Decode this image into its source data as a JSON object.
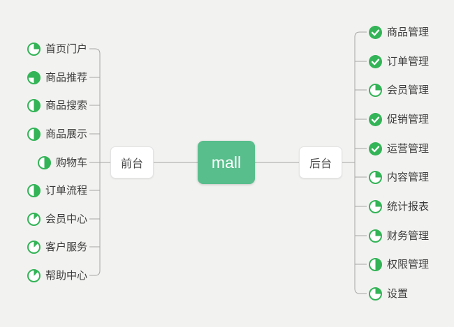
{
  "colors": {
    "background": "#F2F2F0",
    "center_node_green": "#58BE8C",
    "icon_green": "#33B457",
    "connector_line": "#A6A6A6",
    "leaf_text": "#3C3C3C",
    "branch_node_bg": "#FFFFFF",
    "branch_node_border": "#E3E3E3"
  },
  "center_node": {
    "label": "mall"
  },
  "left_branch": {
    "label": "前台",
    "items": [
      {
        "label": "首页门户",
        "icon": "pie-progress-icon",
        "progress": 0.25
      },
      {
        "label": "商品推荐",
        "icon": "pie-progress-icon",
        "progress": 0.75
      },
      {
        "label": "商品搜索",
        "icon": "pie-progress-icon",
        "progress": 0.5
      },
      {
        "label": "商品展示",
        "icon": "pie-progress-icon",
        "progress": 0.5
      },
      {
        "label": "购物车",
        "icon": "pie-progress-icon",
        "progress": 0.5
      },
      {
        "label": "订单流程",
        "icon": "pie-progress-icon",
        "progress": 0.5
      },
      {
        "label": "会员中心",
        "icon": "pie-progress-icon",
        "progress": 0.125
      },
      {
        "label": "客户服务",
        "icon": "pie-progress-icon",
        "progress": 0.125
      },
      {
        "label": "帮助中心",
        "icon": "pie-progress-icon",
        "progress": 0.125
      }
    ]
  },
  "right_branch": {
    "label": "后台",
    "items": [
      {
        "label": "商品管理",
        "icon": "check-icon",
        "progress": 1
      },
      {
        "label": "订单管理",
        "icon": "check-icon",
        "progress": 1
      },
      {
        "label": "会员管理",
        "icon": "pie-progress-icon",
        "progress": 0.25
      },
      {
        "label": "促销管理",
        "icon": "check-icon",
        "progress": 1
      },
      {
        "label": "运营管理",
        "icon": "check-icon",
        "progress": 1
      },
      {
        "label": "内容管理",
        "icon": "pie-progress-icon",
        "progress": 0.25
      },
      {
        "label": "统计报表",
        "icon": "pie-progress-icon",
        "progress": 0.25
      },
      {
        "label": "财务管理",
        "icon": "pie-progress-icon",
        "progress": 0.25
      },
      {
        "label": "权限管理",
        "icon": "pie-progress-icon",
        "progress": 0.5
      },
      {
        "label": "设置",
        "icon": "pie-progress-icon",
        "progress": 0.25
      }
    ]
  }
}
